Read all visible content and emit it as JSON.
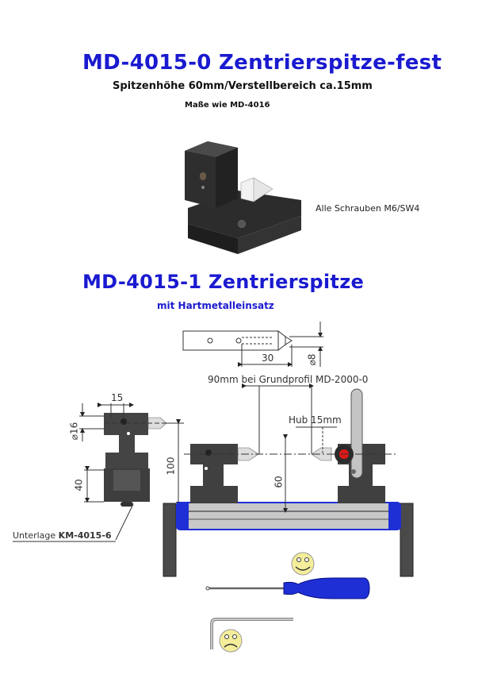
{
  "section1": {
    "title": "MD-4015-0  Zentrierspitze-fest",
    "subtitle": "Spitzenhöhe 60mm/Verstellbereich ca.15mm",
    "note": "Maße wie MD-4016",
    "image_caption": "Alle Schrauben M6/SW4"
  },
  "section2": {
    "title": "MD-4015-1  Zentrierspitze",
    "subtitle": "mit Hartmetalleinsatz"
  },
  "drawing": {
    "dim_30": "30",
    "dim_d8": "⌀8",
    "dim_90_label": "90mm bei Grundprofil MD-2000-0",
    "dim_15": "15",
    "dim_d16": "⌀16",
    "dim_100": "100",
    "dim_40": "40",
    "dim_60": "60",
    "hub_label": "Hub 15mm",
    "unterlage_prefix": "Unterlage ",
    "unterlage_part": "KM-4015-6"
  },
  "colors": {
    "title_blue": "#1a1ad0",
    "part_dark": "#3c3c3c",
    "profile_blue": "#1f2fd6",
    "profile_grey": "#c8c8c8",
    "knob_red": "#e01818",
    "smiley_yellow": "#f4ee9a"
  }
}
